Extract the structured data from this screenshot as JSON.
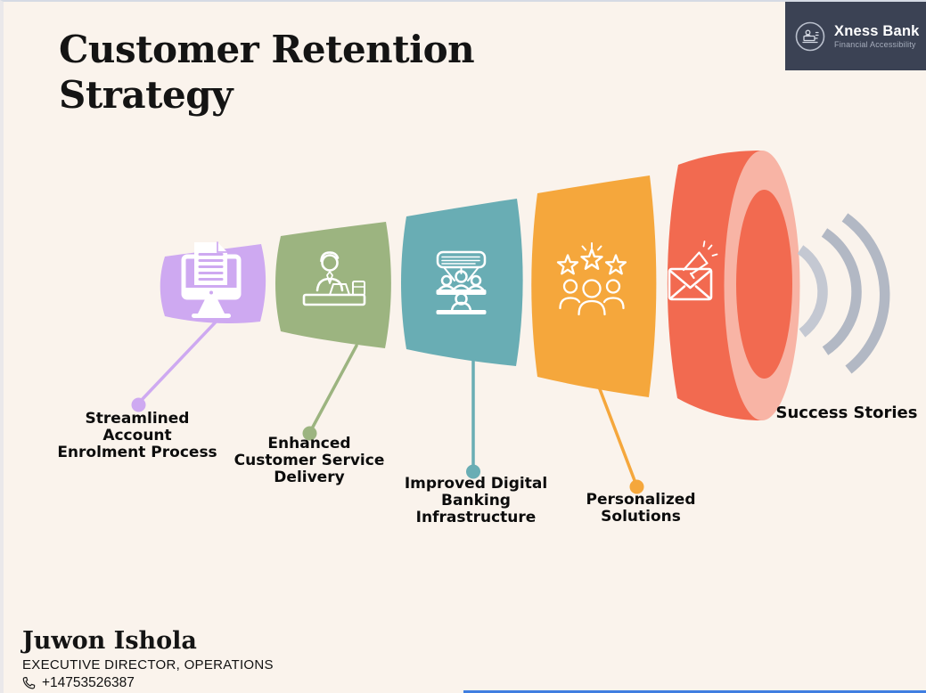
{
  "page": {
    "background": "#faf3ec",
    "accent_line_color": "#3f7ee0"
  },
  "header": {
    "title": "Customer Retention\nStrategy"
  },
  "logo": {
    "name": "Xness Bank",
    "tagline": "Financial Accessibility",
    "bg_color": "#3b4254",
    "icon": "bank-teller-icon"
  },
  "funnel": {
    "icon_color": "#ffffff",
    "segments": [
      {
        "id": "streamlined-account-enrolment",
        "label": "Streamlined\nAccount\nEnrolment Process",
        "color": "#cea9f1",
        "icon": "monitor-document-icon"
      },
      {
        "id": "enhanced-customer-service",
        "label": "Enhanced\nCustomer Service\nDelivery",
        "color": "#9cb480",
        "icon": "teller-desk-icon"
      },
      {
        "id": "improved-digital-banking",
        "label": "Improved Digital\nBanking\nInfrastructure",
        "color": "#69adb4",
        "icon": "team-meeting-icon"
      },
      {
        "id": "personalized-solutions",
        "label": "Personalized\nSolutions",
        "color": "#f5a73c",
        "icon": "rated-customers-icon"
      },
      {
        "id": "success-stories",
        "label": "Success Stories",
        "color": "#f26a50",
        "rim_color": "#f8b4a5",
        "icon": "announcement-mail-icon"
      }
    ],
    "waves": {
      "icon": "sound-waves-icon",
      "near_color": "#c4c8d2",
      "far_color": "#b2b8c4"
    }
  },
  "footer": {
    "name": "Juwon Ishola",
    "role": "EXECUTIVE DIRECTOR, OPERATIONS",
    "phone": "+14753526387",
    "phone_icon": "phone-icon"
  }
}
